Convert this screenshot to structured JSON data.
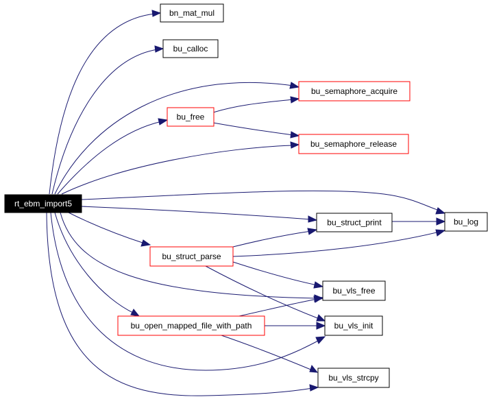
{
  "graph": {
    "root": "rt_ebm_import5",
    "nodes": {
      "rt_ebm_import5": "rt_ebm_import5",
      "bn_mat_mul": "bn_mat_mul",
      "bu_calloc": "bu_calloc",
      "bu_semaphore_acquire": "bu_semaphore_acquire",
      "bu_free": "bu_free",
      "bu_semaphore_release": "bu_semaphore_release",
      "bu_log": "bu_log",
      "bu_struct_print": "bu_struct_print",
      "bu_struct_parse": "bu_struct_parse",
      "bu_vls_free": "bu_vls_free",
      "bu_open_mapped_file_with_path": "bu_open_mapped_file_with_path",
      "bu_vls_init": "bu_vls_init",
      "bu_vls_strcpy": "bu_vls_strcpy"
    },
    "colors": {
      "edge": "#191970",
      "red_border": "#ff0000",
      "black_border": "#000000",
      "root_fill": "#000000",
      "root_text": "#ffffff"
    }
  }
}
